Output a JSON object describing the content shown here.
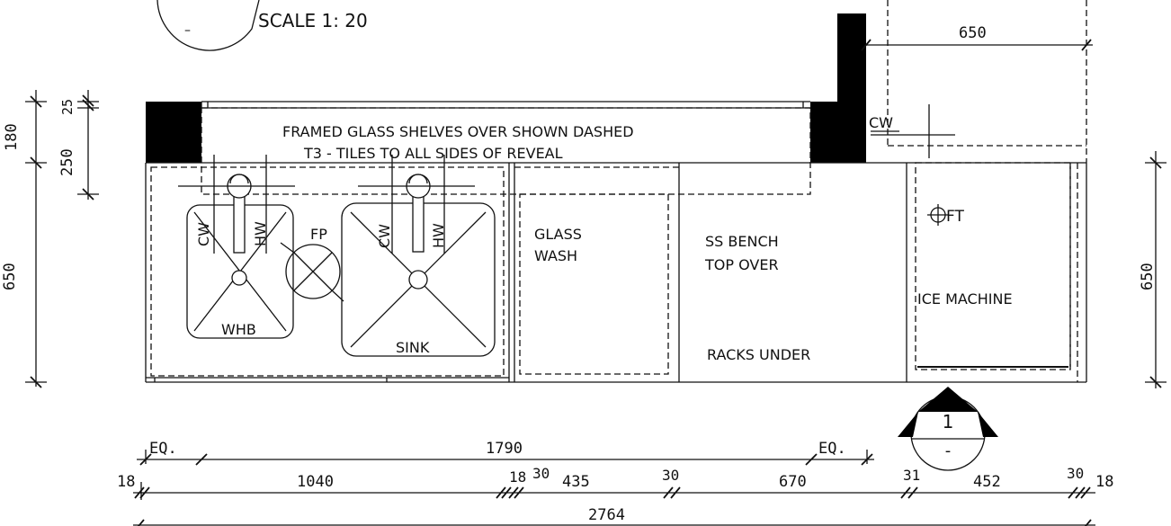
{
  "header": {
    "scale_label": "SCALE 1: 20",
    "section_dash": "–"
  },
  "notes": {
    "shelves": "FRAMED GLASS SHELVES OVER SHOWN DASHED",
    "tiles": "T3 - TILES TO ALL SIDES OF REVEAL"
  },
  "fixtures": {
    "whb": "WHB",
    "sink": "SINK",
    "fp": "FP",
    "cw": "CW",
    "hw": "HW",
    "ft": "FT",
    "glass_wash_1": "GLASS",
    "glass_wash_2": "WASH",
    "ss_bench_1": "SS BENCH",
    "ss_bench_2": "TOP OVER",
    "racks_under": "RACKS UNDER",
    "ice_machine": "ICE MACHINE"
  },
  "section_marker": {
    "number": "1",
    "sheet": "-"
  },
  "dimensions": {
    "top_650": "650",
    "left_180": "180",
    "left_25": "25",
    "left_250": "250",
    "left_650": "650",
    "right_650": "650",
    "eq_left": "EQ.",
    "eq_right": "EQ.",
    "span_1790": "1790",
    "d18_left": "18",
    "d1040": "1040",
    "d18_mid": "18",
    "d30_a": "30",
    "d435": "435",
    "d30_b": "30",
    "d670": "670",
    "d31": "31",
    "d452": "452",
    "d30_c": "30",
    "d18_right": "18",
    "total_2764": "2764"
  },
  "colors": {
    "line": "#111111",
    "wall_fill": "#000000"
  }
}
